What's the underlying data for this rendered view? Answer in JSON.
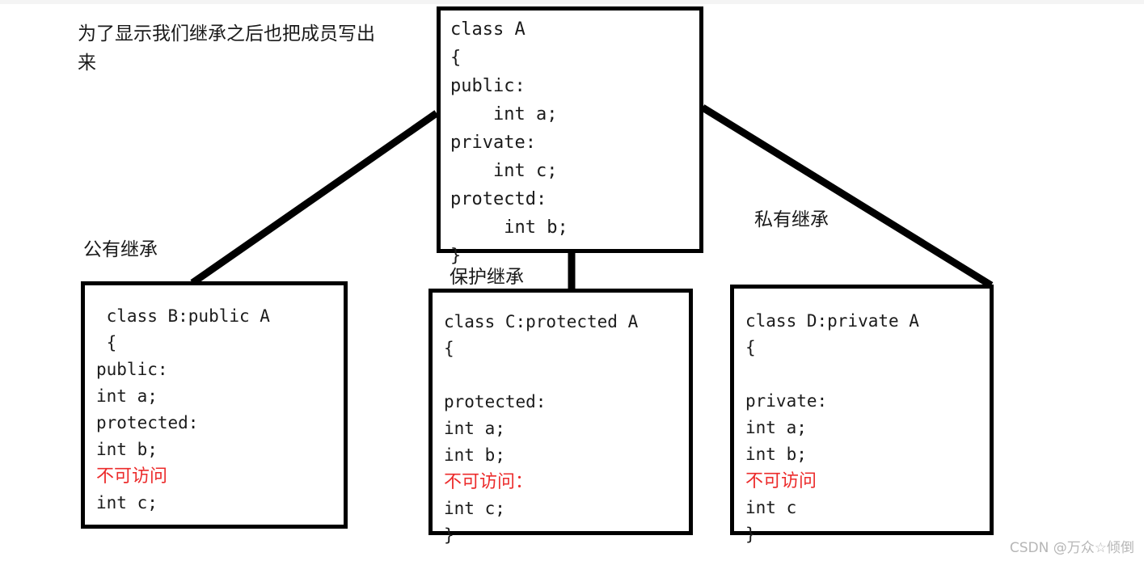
{
  "annotation": {
    "text": "为了显示我们继承之后也把成员写出来"
  },
  "boxes": {
    "base": {
      "name": "class-a",
      "code": "class A\n{\npublic:\n    int a;\nprivate:\n    int c;\nprotectd:\n     int b;\n}"
    },
    "public_derived": {
      "name": "class-b",
      "code_before": " class B:public A\n {\npublic:\nint a;\nprotected:\nint b;",
      "inaccessible_label": "不可访问",
      "code_after": "int c;"
    },
    "protected_derived": {
      "name": "class-c",
      "code_before": "class C:protected A\n{\n\nprotected:\nint a;\nint b;",
      "inaccessible_label": "不可访问：",
      "code_after": "int c;\n}"
    },
    "private_derived": {
      "name": "class-d",
      "code_before": "class D:private A\n{\n\nprivate:\nint a;\nint b;",
      "inaccessible_label": "不可访问",
      "code_after": "int c\n}"
    }
  },
  "edges": {
    "public_label": "公有继承",
    "protected_label": "保护继承",
    "private_label": "私有继承"
  },
  "watermark": {
    "text": "CSDN @万众☆倾倒"
  },
  "colors": {
    "line": "#000000",
    "inaccessible": "#ec2b2b",
    "text": "#1b1b1b",
    "watermark": "#b6b6b6"
  }
}
